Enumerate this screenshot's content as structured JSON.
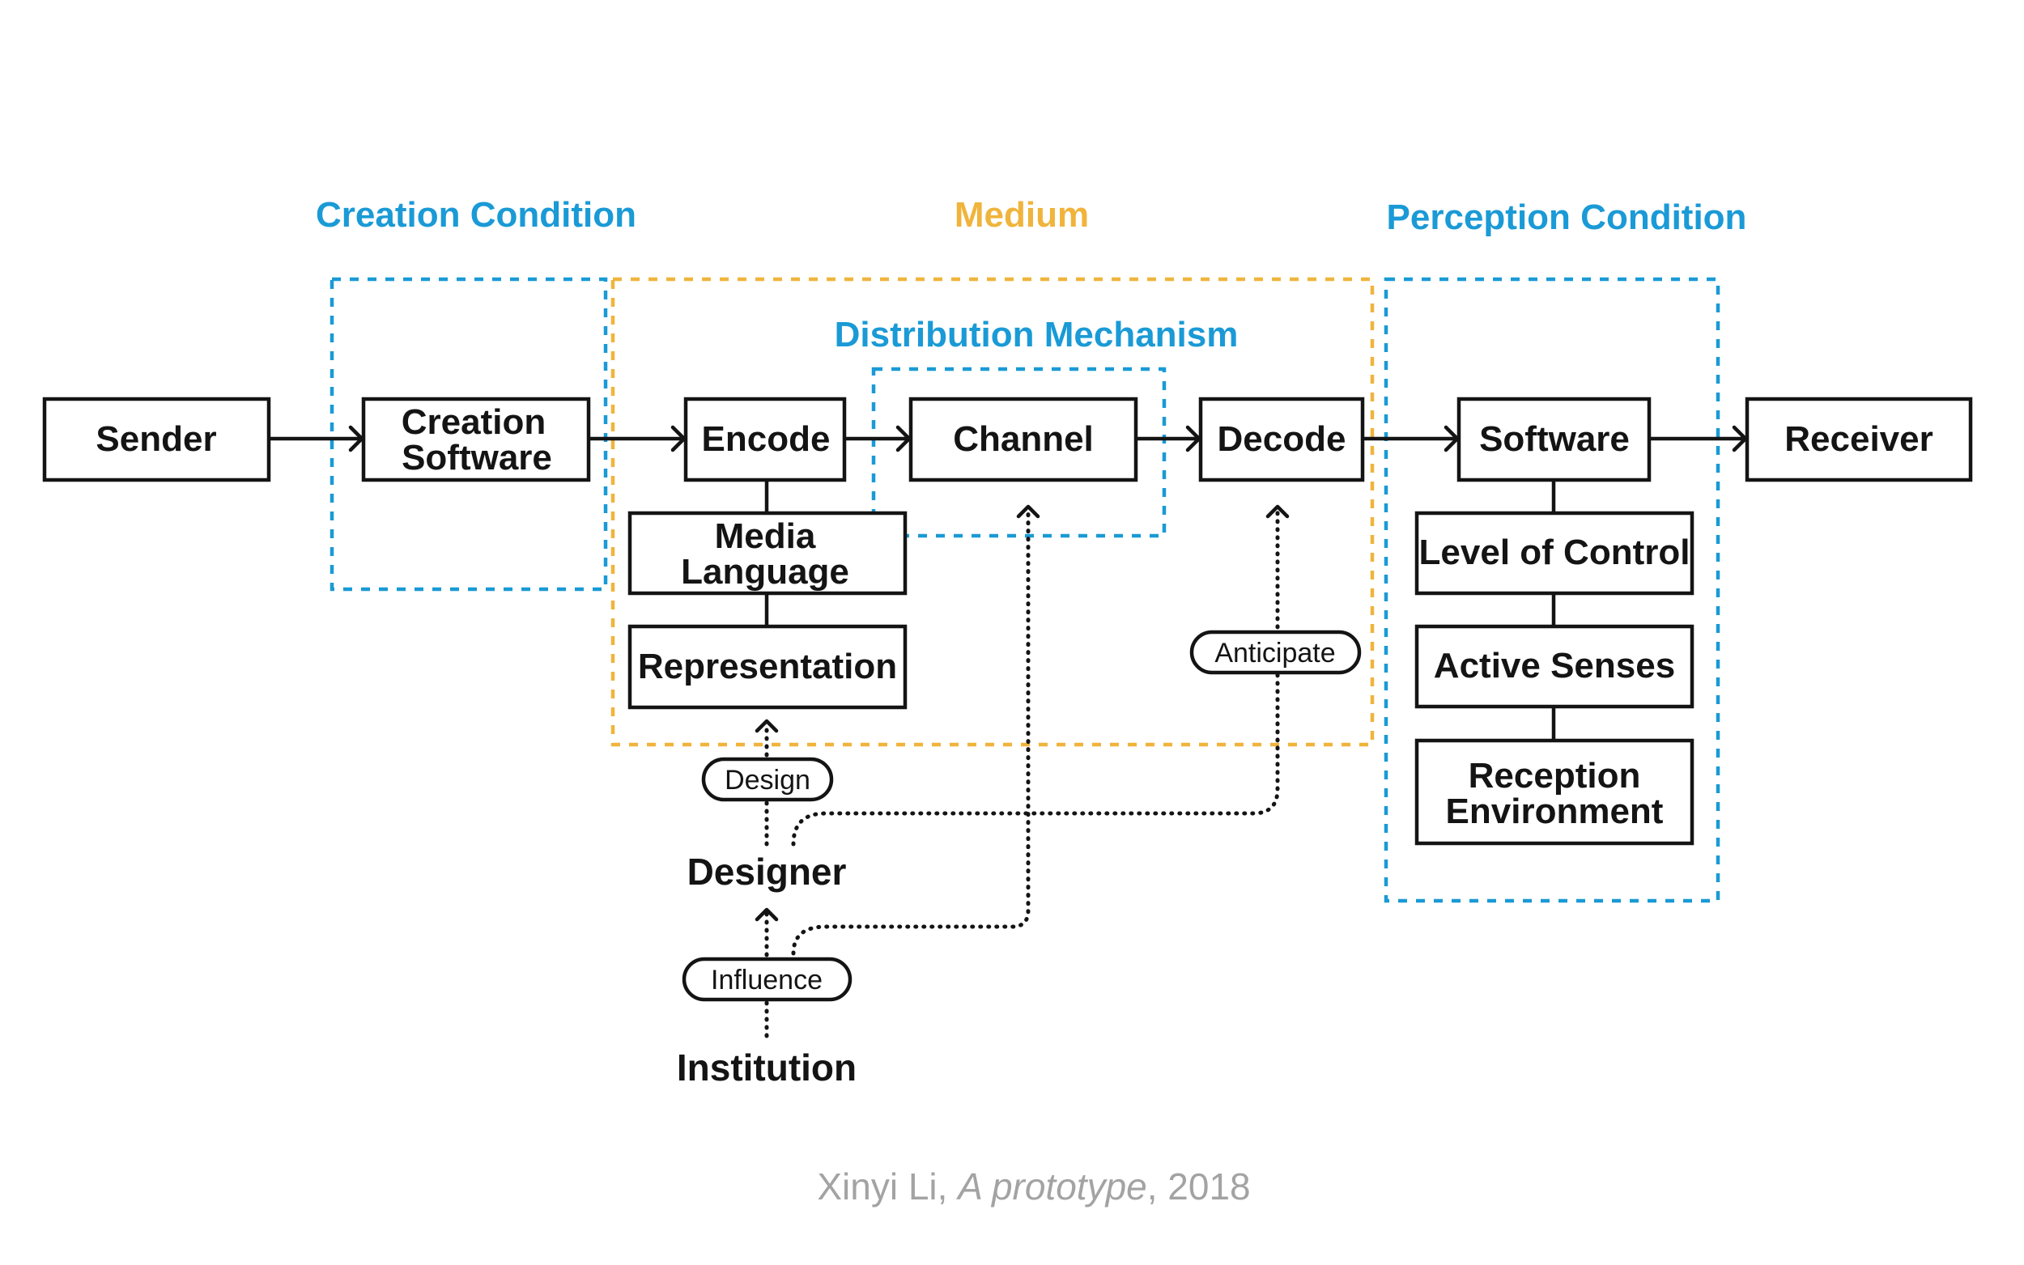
{
  "zones": {
    "creation_condition": "Creation Condition",
    "medium": "Medium",
    "perception_condition": "Perception Condition",
    "distribution_mechanism": "Distribution Mechanism"
  },
  "boxes": {
    "sender": "Sender",
    "creation_software_1": "Creation",
    "creation_software_2": "Software",
    "encode": "Encode",
    "channel": "Channel",
    "decode": "Decode",
    "software": "Software",
    "receiver": "Receiver",
    "media_language_1": "Media",
    "media_language_2": "Language",
    "representation": "Representation",
    "level_of_control": "Level of Control",
    "active_senses": "Active Senses",
    "reception_environment_1": "Reception",
    "reception_environment_2": "Environment"
  },
  "actors": {
    "designer": "Designer",
    "institution": "Institution"
  },
  "relations": {
    "design": "Design",
    "anticipate": "Anticipate",
    "influence": "Influence"
  },
  "caption": {
    "author": "Xinyi Li,",
    "title": "A prototype",
    "year": ", 2018"
  },
  "colors": {
    "blue_zone": "#1a9ad6",
    "orange_zone": "#f0b43c",
    "ink": "#141414",
    "caption_gray": "#a3a3a3"
  }
}
